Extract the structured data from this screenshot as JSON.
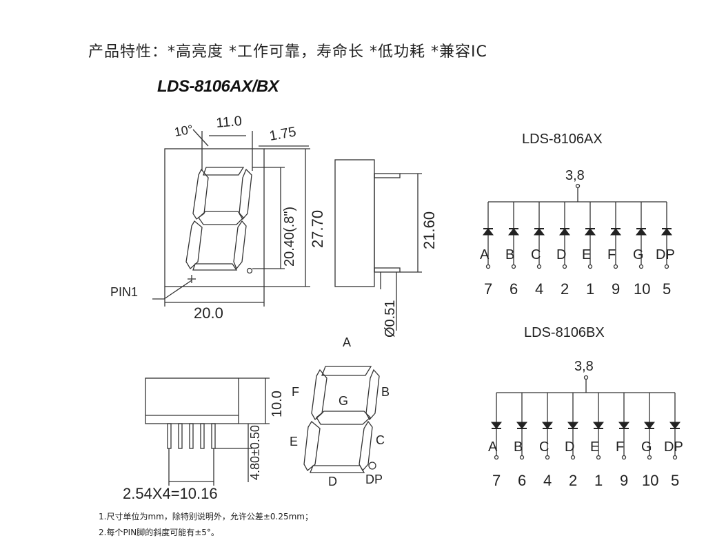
{
  "header": {
    "features": "产品特性：*高亮度 *工作可靠，寿命长 *低功耗 *兼容IC"
  },
  "title": "LDS-8106AX/BX",
  "front_view": {
    "dim_angle": "10°",
    "dim_top": "11.0",
    "dim_slant": "1.75",
    "dim_digit_height": "20.40(.8\")",
    "dim_body_height": "27.70",
    "dim_width": "20.0",
    "pin1_label": "PIN1"
  },
  "side_view": {
    "dim_height": "21.60",
    "dim_pin": "Ø0.51"
  },
  "bottom_view": {
    "dim_height": "10.0",
    "dim_pin_length": "4.80±0.50",
    "dim_pitch": "2.54X4=10.16"
  },
  "segment_diagram": {
    "title": "A",
    "labels": {
      "f": "F",
      "g": "G",
      "b": "B",
      "e": "E",
      "c": "C",
      "d": "D",
      "dp": "DP"
    }
  },
  "schematic_ax": {
    "title": "LDS-8106AX",
    "common_pins": "3,8",
    "segments": [
      "A",
      "B",
      "C",
      "D",
      "E",
      "F",
      "G",
      "DP"
    ],
    "pins": [
      "7",
      "6",
      "4",
      "2",
      "1",
      "9",
      "10",
      "5"
    ]
  },
  "schematic_bx": {
    "title": "LDS-8106BX",
    "common_pins": "3,8",
    "segments": [
      "A",
      "B",
      "C",
      "D",
      "E",
      "F",
      "G",
      "DP"
    ],
    "pins": [
      "7",
      "6",
      "4",
      "2",
      "1",
      "9",
      "10",
      "5"
    ]
  },
  "notes": [
    "1.尺寸单位为mm，除特别说明外，允许公差±0.25mm；",
    "2.每个PIN脚的斜度可能有±5°。"
  ]
}
